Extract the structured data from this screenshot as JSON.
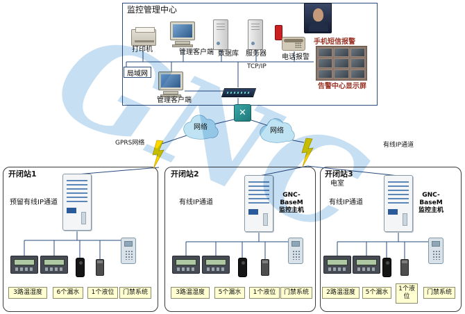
{
  "watermark": "GNC",
  "center": {
    "title": "监控管理中心",
    "printer_label": "打印机",
    "client1_label": "管理客户端",
    "database_label": "数据库",
    "server_label": "服务器",
    "phone_alarm_label": "电话报警",
    "tcpip_label": "TCP/IP",
    "lan_label": "局域网",
    "client2_label": "管理客户端"
  },
  "alerts": {
    "sms_label": "手机短信报警",
    "display_label": "告警中心显示屏"
  },
  "network": {
    "left_cloud_label": "网络",
    "right_cloud_label": "网络",
    "gprs_label": "GPRS网络",
    "wired_label": "有线IP通道"
  },
  "stations": [
    {
      "title": "开闭站1",
      "channel": "预留有线IP通道",
      "sensors": [
        "3路温湿度",
        "6个漏水",
        "1个液位",
        "门禁系统"
      ]
    },
    {
      "title": "开闭站2",
      "channel": "有线IP通道",
      "host_line1": "GNC-BaseM",
      "host_line2": "监控主机",
      "sensors": [
        "3路温湿度",
        "5个漏水",
        "1个液位",
        "门禁系统"
      ]
    },
    {
      "title": "开闭站3",
      "subtitle": "电室",
      "channel": "有线IP通道",
      "host_line1": "GNC-BaseM",
      "host_line2": "监控主机",
      "sensors": [
        "2路温湿度",
        "5个漏水",
        "1个液位",
        "门禁系统"
      ]
    }
  ]
}
